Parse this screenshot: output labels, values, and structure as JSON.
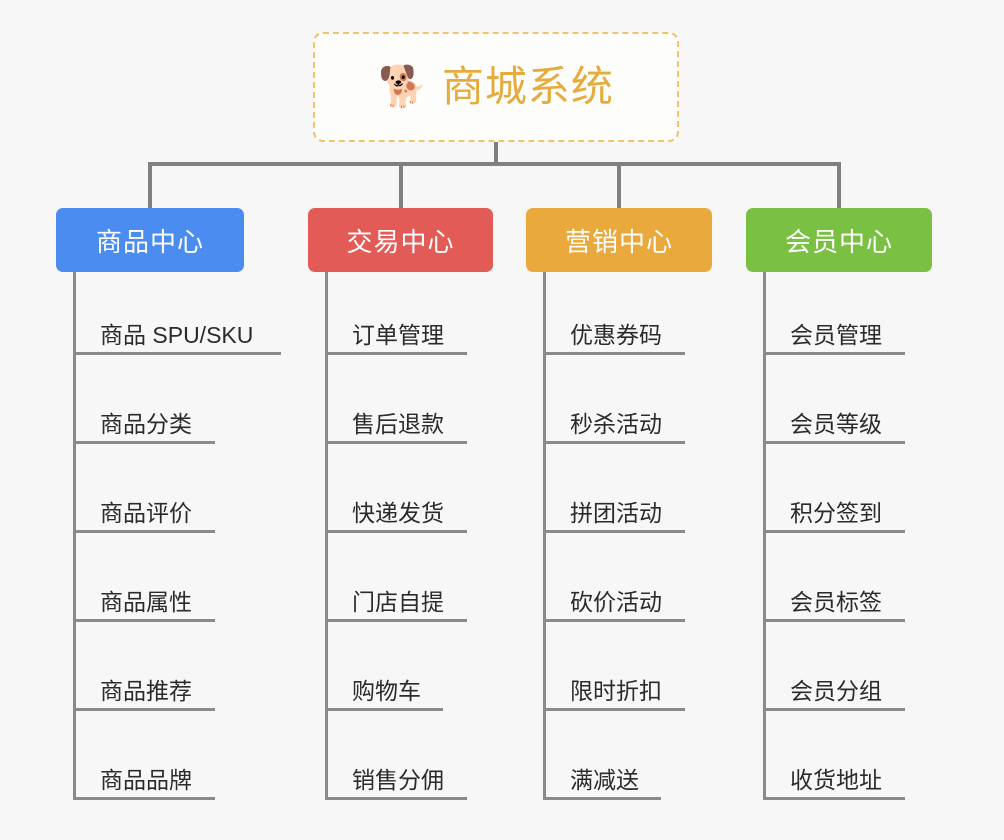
{
  "background_color": "#f7f7f7",
  "root": {
    "icon": "shiba-dog-face-emoji",
    "icon_glyph": "🐕",
    "title": "商城系统",
    "title_color": "#e6ab3e",
    "border_color": "#f2c368",
    "border_style": "dashed"
  },
  "connector_color": "#808080",
  "columns": [
    {
      "title": "商品中心",
      "color": "#4a8cf0",
      "items": [
        "商品 SPU/SKU",
        "商品分类",
        "商品评价",
        "商品属性",
        "商品推荐",
        "商品品牌"
      ]
    },
    {
      "title": "交易中心",
      "color": "#e35b57",
      "items": [
        "订单管理",
        "售后退款",
        "快递发货",
        "门店自提",
        "购物车",
        "销售分佣"
      ]
    },
    {
      "title": "营销中心",
      "color": "#eaa93c",
      "items": [
        "优惠券码",
        "秒杀活动",
        "拼团活动",
        "砍价活动",
        "限时折扣",
        "满减送"
      ]
    },
    {
      "title": "会员中心",
      "color": "#7ac143",
      "items": [
        "会员管理",
        "会员等级",
        "积分签到",
        "会员标签",
        "会员分组",
        "收货地址"
      ]
    }
  ]
}
